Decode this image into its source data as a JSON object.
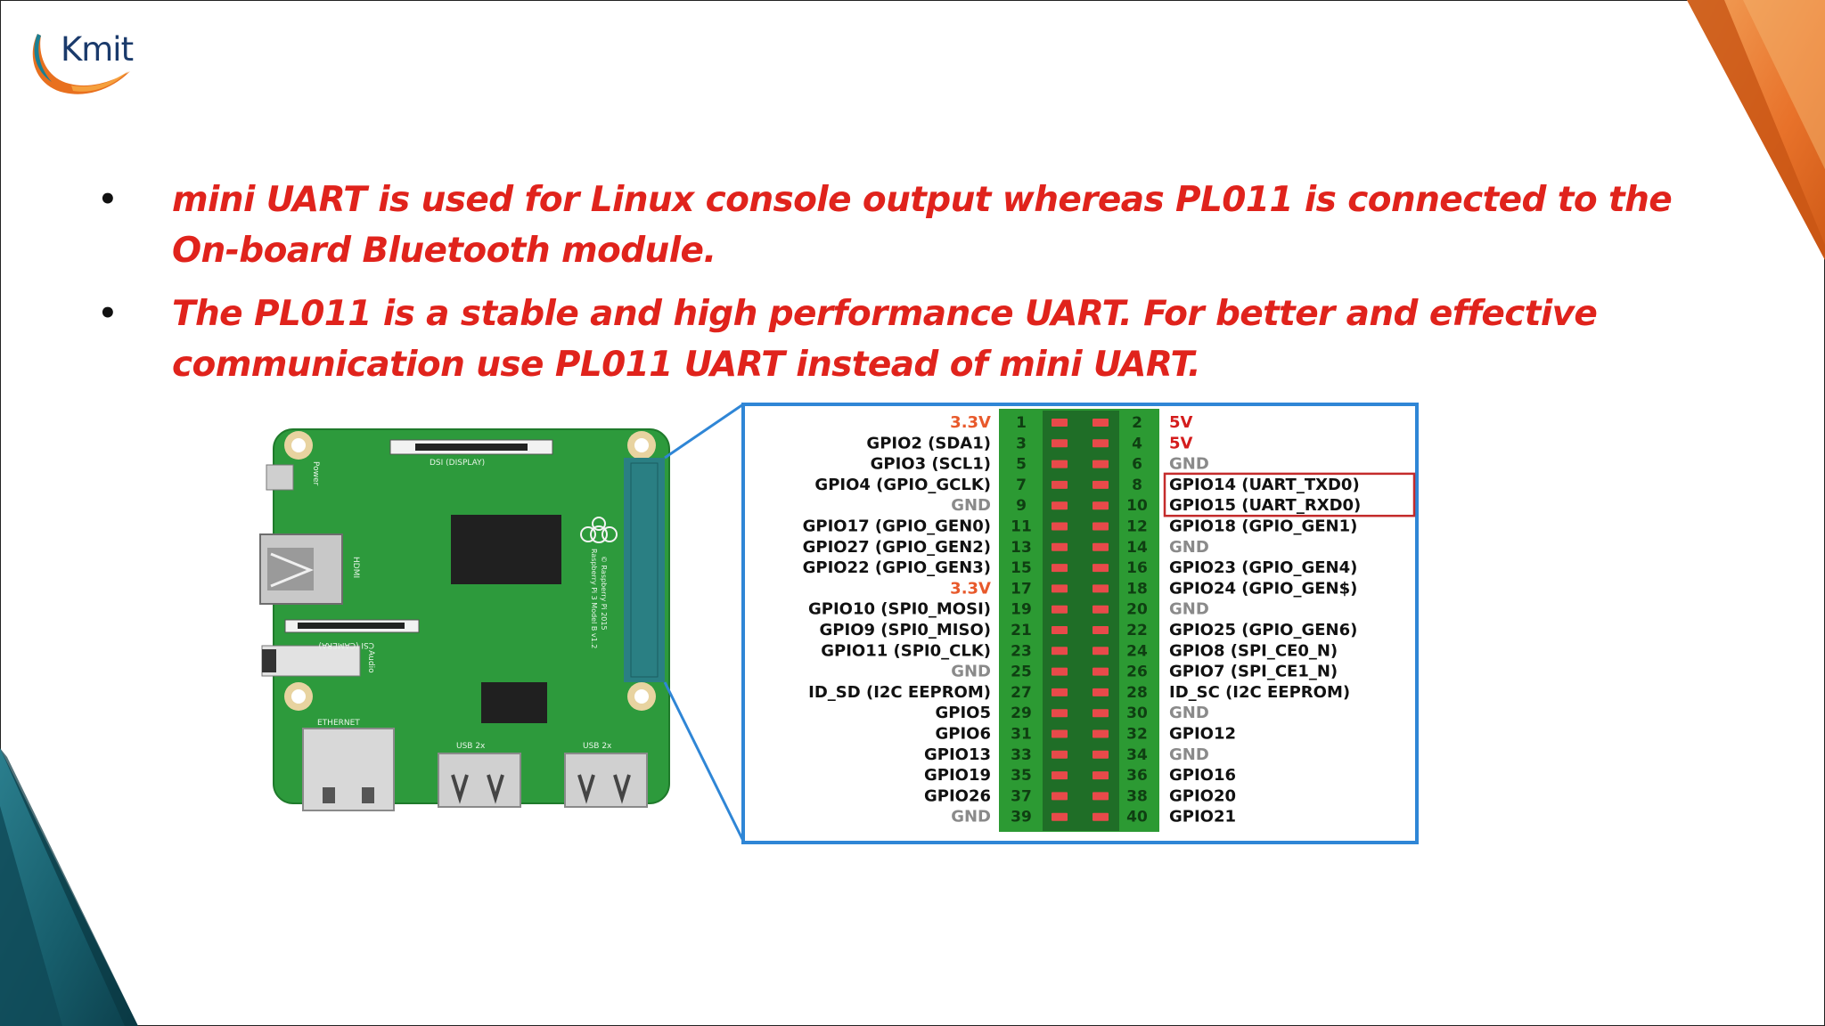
{
  "logo": {
    "text": "Kmit"
  },
  "bullets": [
    {
      "symbol": "•",
      "text": "mini UART is used for Linux console output whereas PL011 is connected to the On-board Bluetooth module."
    },
    {
      "symbol": "•",
      "text": "The PL011 is a stable and high performance UART. For better and effective communication use PL011 UART instead of mini UART."
    }
  ],
  "board": {
    "silkscreen": {
      "power": "Power",
      "dsi": "DSI (DISPLAY)",
      "csi": "CSI (CAMERA)",
      "hdmi": "HDMI",
      "audio": "Audio",
      "ethernet": "ETHERNET",
      "usb_left": "USB 2x",
      "usb_right": "USB 2x",
      "model": "Raspberry Pi 3 Model B v1.2",
      "copyright": "© Raspberry Pi 2015"
    }
  },
  "pinout": {
    "colors": {
      "power": "#e8592b",
      "five_volt": "#d41d1d",
      "ground": "#8a8a8a",
      "gpio": "#111111",
      "highlight_box": "#c42b2b",
      "frame": "#2f86d6",
      "header": "#2c9a33",
      "pin": "#e84a4a"
    },
    "rows": [
      {
        "left": "3.3V",
        "left_type": "power",
        "odd": "1",
        "even": "2",
        "right": "5V",
        "right_type": "five_volt"
      },
      {
        "left": "GPIO2 (SDA1)",
        "left_type": "gpio",
        "odd": "3",
        "even": "4",
        "right": "5V",
        "right_type": "five_volt"
      },
      {
        "left": "GPIO3 (SCL1)",
        "left_type": "gpio",
        "odd": "5",
        "even": "6",
        "right": "GND",
        "right_type": "ground"
      },
      {
        "left": "GPIO4 (GPIO_GCLK)",
        "left_type": "gpio",
        "odd": "7",
        "even": "8",
        "right": "GPIO14 (UART_TXD0)",
        "right_type": "gpio"
      },
      {
        "left": "GND",
        "left_type": "ground",
        "odd": "9",
        "even": "10",
        "right": "GPIO15 (UART_RXD0)",
        "right_type": "gpio"
      },
      {
        "left": "GPIO17 (GPIO_GEN0)",
        "left_type": "gpio",
        "odd": "11",
        "even": "12",
        "right": "GPIO18 (GPIO_GEN1)",
        "right_type": "gpio"
      },
      {
        "left": "GPIO27 (GPIO_GEN2)",
        "left_type": "gpio",
        "odd": "13",
        "even": "14",
        "right": "GND",
        "right_type": "ground"
      },
      {
        "left": "GPIO22 (GPIO_GEN3)",
        "left_type": "gpio",
        "odd": "15",
        "even": "16",
        "right": "GPIO23 (GPIO_GEN4)",
        "right_type": "gpio"
      },
      {
        "left": "3.3V",
        "left_type": "power",
        "odd": "17",
        "even": "18",
        "right": "GPIO24 (GPIO_GEN$)",
        "right_type": "gpio"
      },
      {
        "left": "GPIO10 (SPI0_MOSI)",
        "left_type": "gpio",
        "odd": "19",
        "even": "20",
        "right": "GND",
        "right_type": "ground"
      },
      {
        "left": "GPIO9 (SPI0_MISO)",
        "left_type": "gpio",
        "odd": "21",
        "even": "22",
        "right": "GPIO25 (GPIO_GEN6)",
        "right_type": "gpio"
      },
      {
        "left": "GPIO11 (SPI0_CLK)",
        "left_type": "gpio",
        "odd": "23",
        "even": "24",
        "right": "GPIO8 (SPI_CE0_N)",
        "right_type": "gpio"
      },
      {
        "left": "GND",
        "left_type": "ground",
        "odd": "25",
        "even": "26",
        "right": "GPIO7 (SPI_CE1_N)",
        "right_type": "gpio"
      },
      {
        "left": "ID_SD (I2C EEPROM)",
        "left_type": "gpio",
        "odd": "27",
        "even": "28",
        "right": "ID_SC (I2C EEPROM)",
        "right_type": "gpio"
      },
      {
        "left": "GPIO5",
        "left_type": "gpio",
        "odd": "29",
        "even": "30",
        "right": "GND",
        "right_type": "ground"
      },
      {
        "left": "GPIO6",
        "left_type": "gpio",
        "odd": "31",
        "even": "32",
        "right": "GPIO12",
        "right_type": "gpio"
      },
      {
        "left": "GPIO13",
        "left_type": "gpio",
        "odd": "33",
        "even": "34",
        "right": "GND",
        "right_type": "ground"
      },
      {
        "left": "GPIO19",
        "left_type": "gpio",
        "odd": "35",
        "even": "36",
        "right": "GPIO16",
        "right_type": "gpio"
      },
      {
        "left": "GPIO26",
        "left_type": "gpio",
        "odd": "37",
        "even": "38",
        "right": "GPIO20",
        "right_type": "gpio"
      },
      {
        "left": "GND",
        "left_type": "ground",
        "odd": "39",
        "even": "40",
        "right": "GPIO21",
        "right_type": "gpio"
      }
    ],
    "highlighted_rows": [
      3,
      4
    ]
  }
}
